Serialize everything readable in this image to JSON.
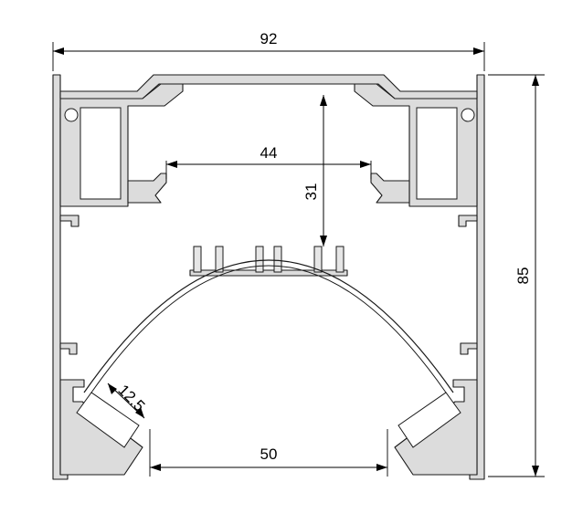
{
  "dimensions": {
    "overall_width": "92",
    "overall_height": "85",
    "inner_width": "44",
    "vertical_depth": "31",
    "led_channel_width": "12.5",
    "bottom_opening": "50"
  },
  "colors": {
    "profile_fill": "#dcdcdc",
    "line": "#1a1a1a",
    "background": "#ffffff"
  }
}
